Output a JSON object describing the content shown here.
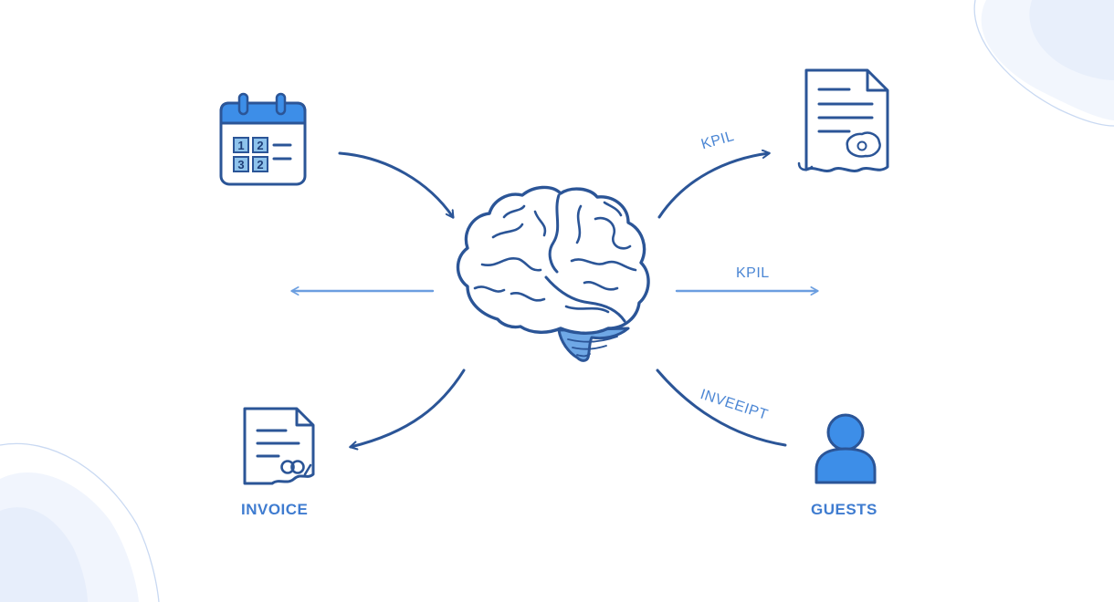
{
  "nodes": {
    "calendar": {
      "icon": "calendar-icon",
      "cells": [
        "1",
        "2",
        "3",
        "2"
      ]
    },
    "document_top": {
      "icon": "document-seal-icon"
    },
    "brain": {
      "icon": "brain-icon"
    },
    "invoice": {
      "icon": "invoice-icon",
      "label": "INVOICE"
    },
    "guests": {
      "icon": "user-icon",
      "label": "GUESTS"
    }
  },
  "edges": {
    "calendar_to_brain": {
      "label": ""
    },
    "brain_to_document": {
      "label": "KPIL"
    },
    "brain_to_left": {
      "label": ""
    },
    "brain_to_right": {
      "label": "KPIL"
    },
    "brain_to_invoice": {
      "label": ""
    },
    "brain_to_guests": {
      "label": "INVEEIPT"
    }
  },
  "colors": {
    "dark_blue": "#2b5597",
    "mid_blue": "#3f7cd0",
    "light_blue": "#6b9ee0",
    "cell_fill": "#8ec3ec",
    "user_fill": "#3d8ee8",
    "bg_shape": "#eef3fc"
  }
}
